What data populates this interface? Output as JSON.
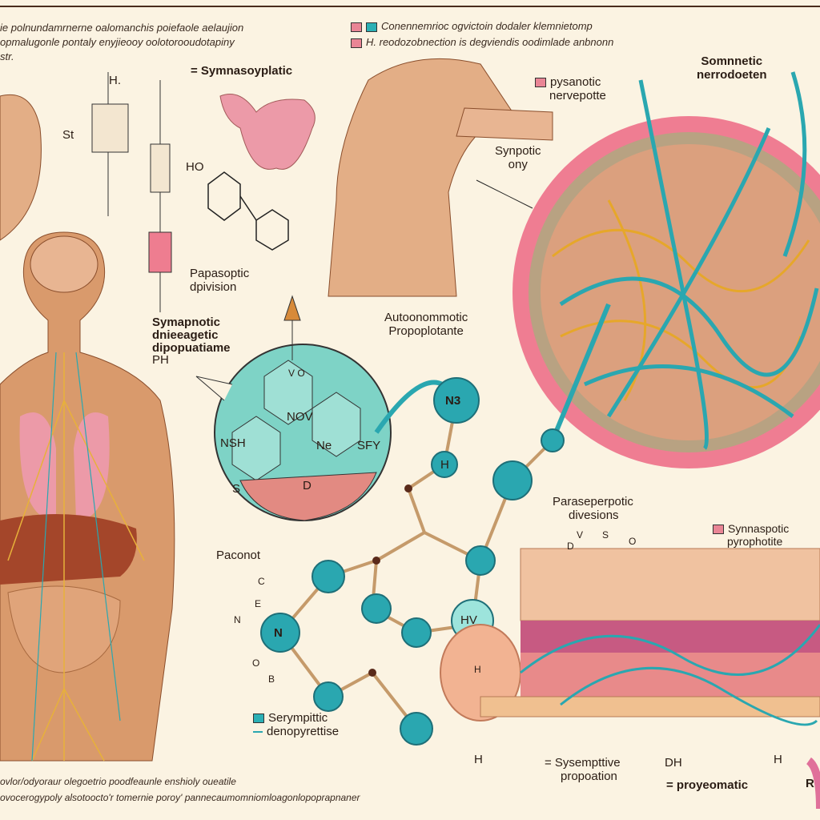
{
  "header": {
    "lines": [
      "ie polnundamrnerne oalomanchis poiefaole aelaujion",
      "opmalugonle pontaly enyjieooy oolotorooudotapiny",
      "str."
    ]
  },
  "legend": {
    "items": [
      "Conennemrioc ogvictoin dodaler klemnietomp",
      "H. reodozobnection is degviendis oodimlade anbnonn"
    ],
    "colors": {
      "pink": "#e98595",
      "teal": "#2bb0b5"
    }
  },
  "labels": {
    "h_top": "H.",
    "st": "St",
    "symnasoyplatic": "= Symnasoyplatic",
    "somnnetic": [
      "Somnnetic",
      "nerrodoeten"
    ],
    "pysanotic": [
      "pysanotic",
      "nervepotte"
    ],
    "synpotic": [
      "Synpotic",
      "ony"
    ],
    "ho": "HO",
    "papasoptic": [
      "Papasoptic",
      "dpivision"
    ],
    "symapnotic": [
      "Symapnotic",
      "dnieeagetic",
      "dipopuatiame",
      "PH"
    ],
    "autoonommotic": [
      "Autoonommotic",
      "Propoplotante"
    ],
    "hex": {
      "nov": "NOV",
      "nsh": "NSH",
      "ne": "Ne",
      "sfy": "SFY",
      "s": "S",
      "d": "D",
      "vo": "V O"
    },
    "atoms": {
      "n3": "N3",
      "h1": "H",
      "hv": "HV",
      "n": "N",
      "h2": "H"
    },
    "paraseperpotic": [
      "Paraseperpotic",
      "divesions"
    ],
    "synnaspotic": [
      "Synnaspotic",
      "pyrophotite"
    ],
    "vso": {
      "v": "V",
      "s": "S",
      "o": "O",
      "d": "D"
    },
    "paconot": "Paconot",
    "ring": {
      "c": "C",
      "e": "E",
      "n": "N",
      "o": "O",
      "b": "B"
    },
    "serympittic": [
      "Serympittic",
      "denopyrettise"
    ],
    "bottom_h1": "H",
    "sysempttive": [
      "= Sysempttive",
      "propoation"
    ],
    "dh": "DH",
    "proyeomatic": "= proyeomatic",
    "bottom_h2": "H",
    "r": "R"
  },
  "footer": {
    "lines": [
      "ovlor/odyoraur olegoetrio poodfeaunle enshioly oueatile",
      "ovocerogypoly alsotoocto'r tomernie poroy' pannecaumomniomloagonlopoprapnaner"
    ]
  },
  "colors": {
    "bg": "#fbf3e2",
    "teal": "#2aa7b0",
    "skin": "#d99a6c",
    "pink": "#ee7d90",
    "nerve": "#e6a72a"
  }
}
